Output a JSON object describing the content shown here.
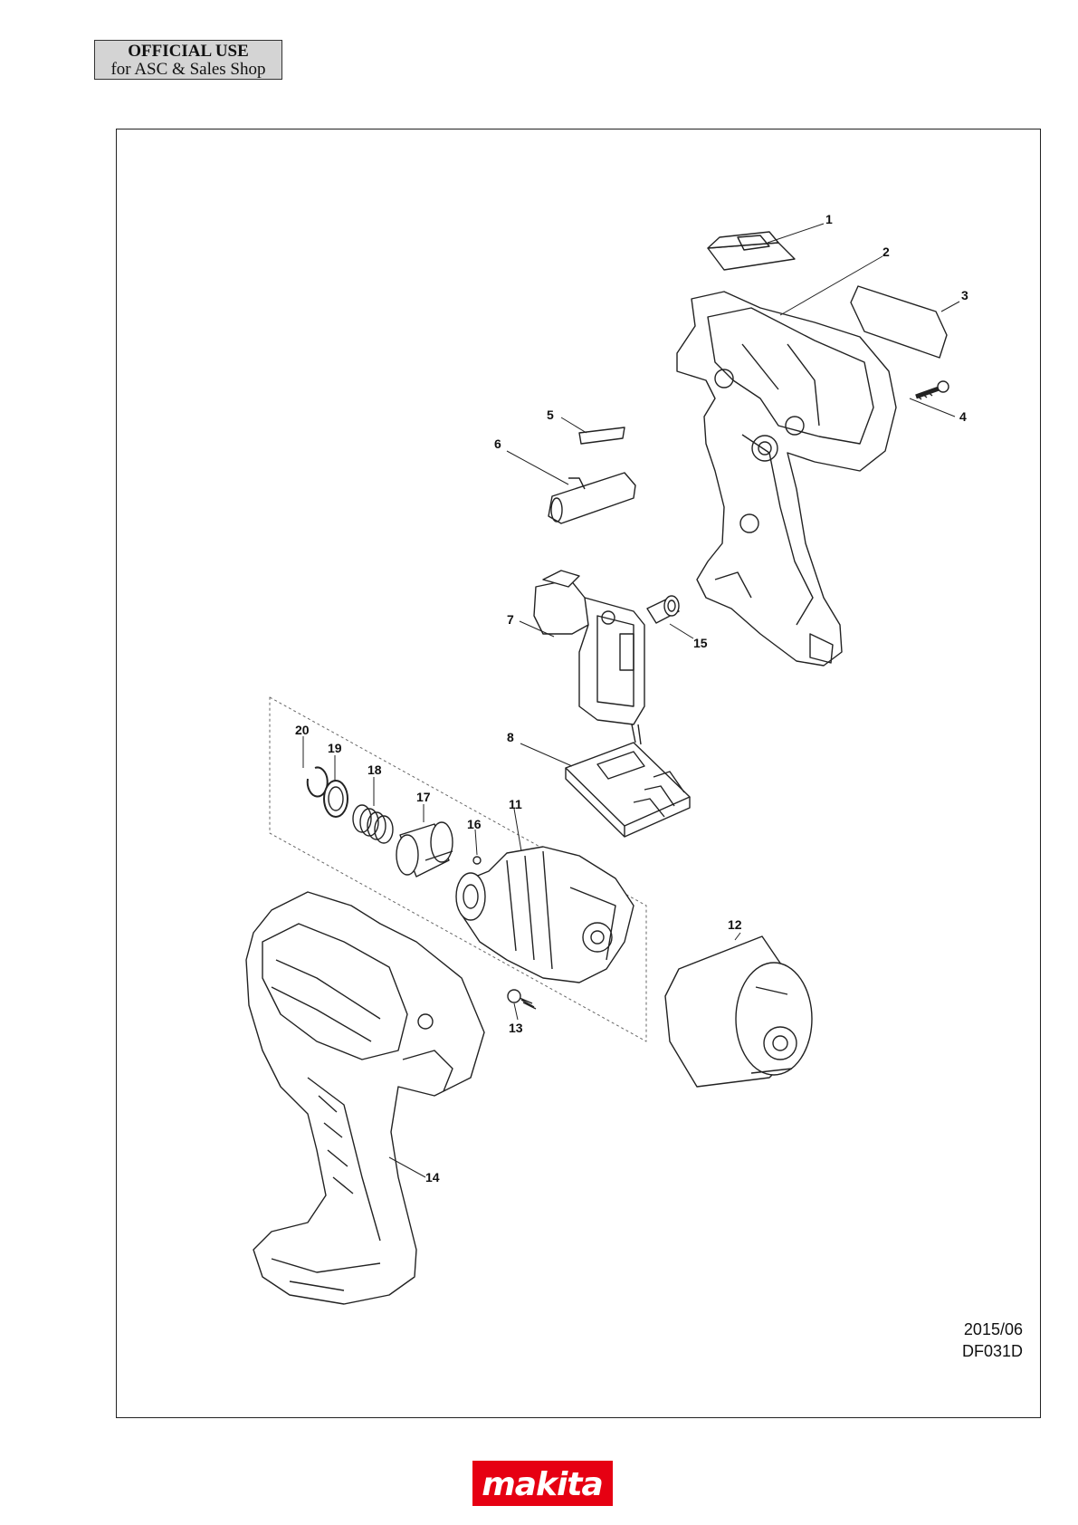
{
  "stamp": {
    "line1": "OFFICIAL USE",
    "line2": "for ASC & Sales Shop"
  },
  "diagram": {
    "date": "2015/06",
    "model": "DF031D",
    "labels": [
      "1",
      "2",
      "3",
      "4",
      "5",
      "6",
      "7",
      "8",
      "11",
      "12",
      "13",
      "14",
      "15",
      "16",
      "17",
      "18",
      "19",
      "20"
    ]
  },
  "brand": {
    "name": "makita",
    "color": "#e60012"
  }
}
